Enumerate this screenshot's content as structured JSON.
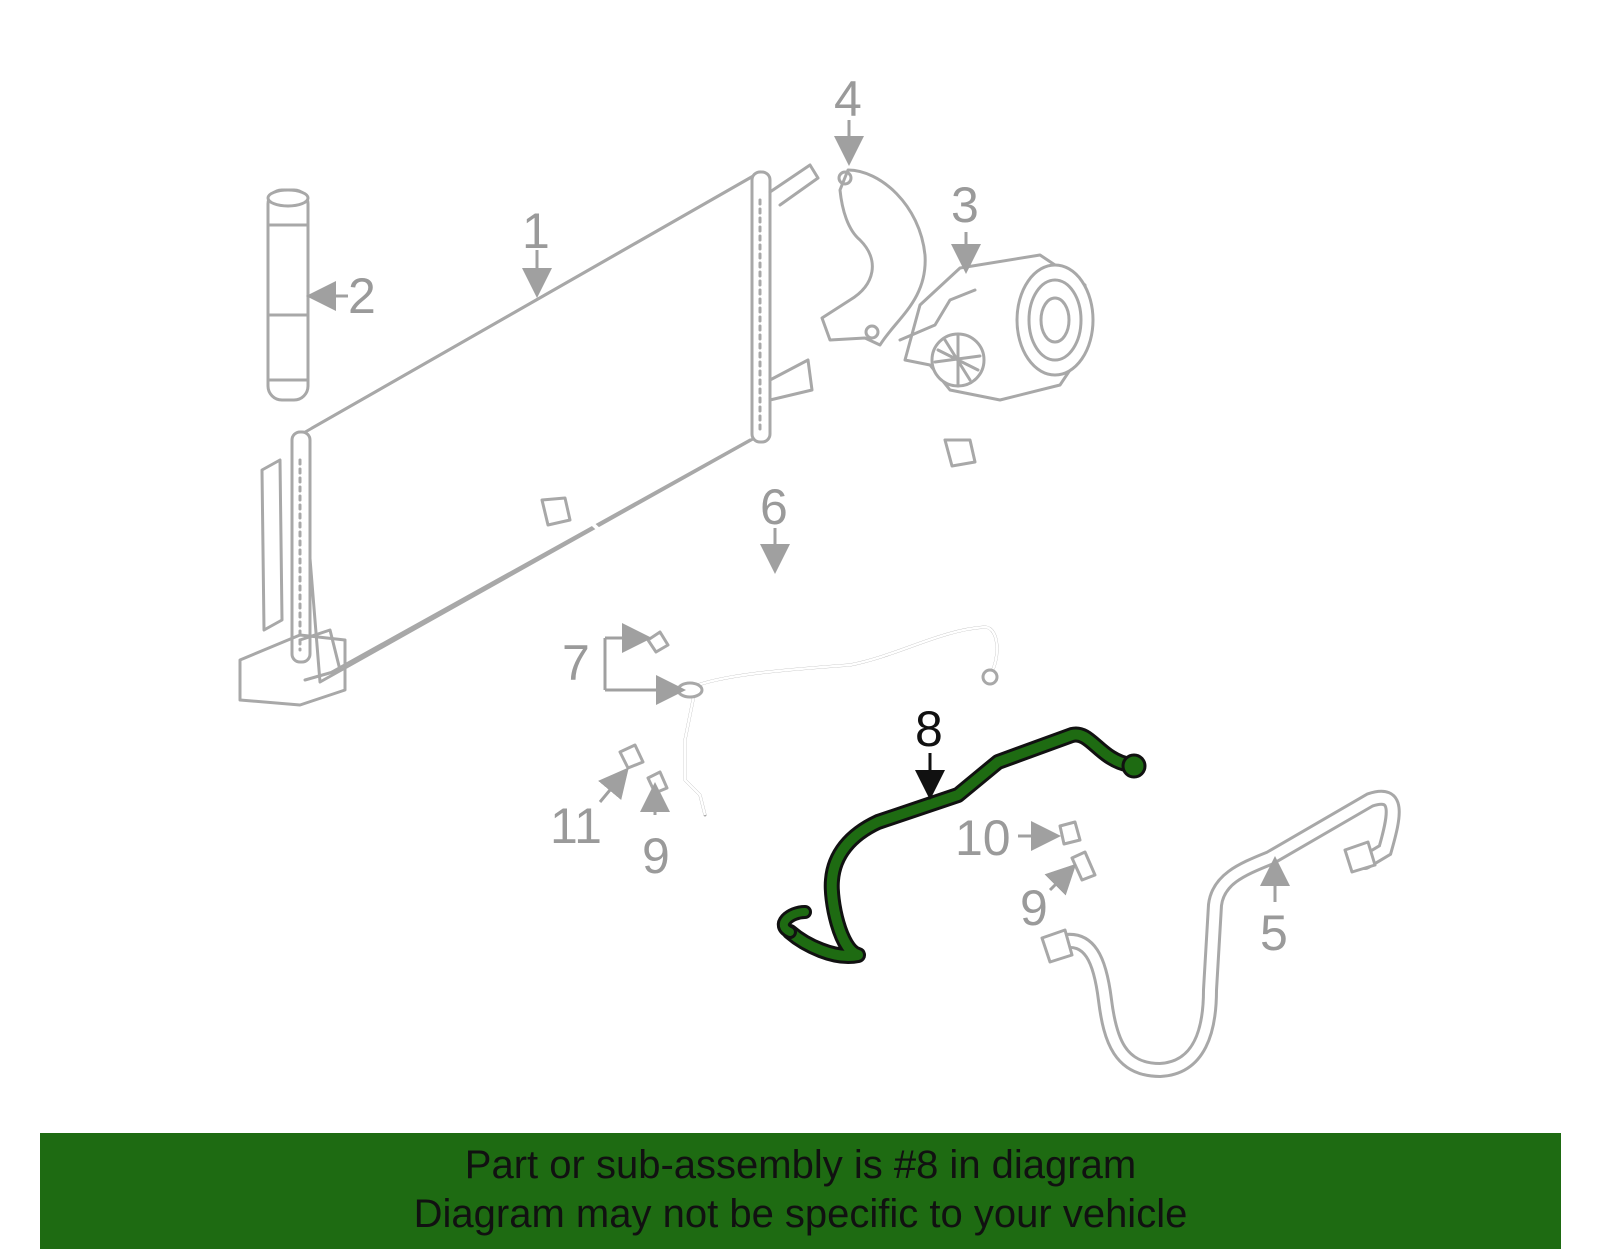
{
  "callouts": {
    "c1": "1",
    "c2": "2",
    "c3": "3",
    "c4": "4",
    "c5": "5",
    "c6": "6",
    "c7": "7",
    "c8": "8",
    "c9a": "9",
    "c9b": "9",
    "c10": "10",
    "c11": "11"
  },
  "highlight": {
    "part": "8",
    "color": "#1e6b12"
  },
  "banner": {
    "line1": "Part or sub-assembly is #8 in diagram",
    "line2": "Diagram may not be specific to your vehicle",
    "background": "#1e6b12"
  }
}
